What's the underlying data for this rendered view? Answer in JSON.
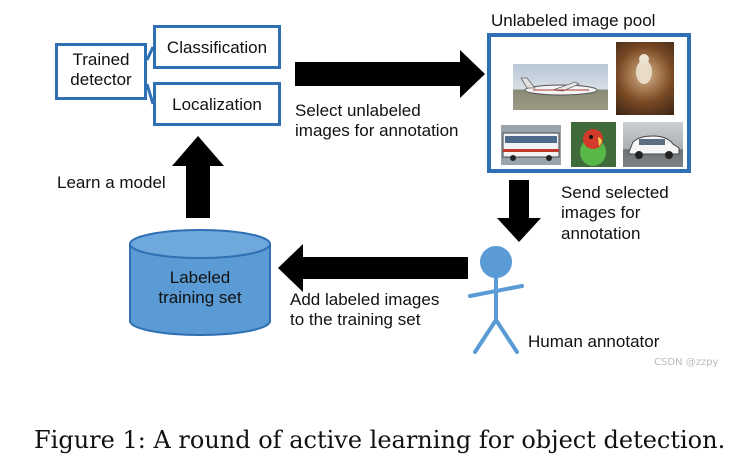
{
  "diagram": {
    "detector": {
      "label": "Trained\ndetector"
    },
    "classification": {
      "label": "Classification"
    },
    "localization": {
      "label": "Localization"
    },
    "pool": {
      "title": "Unlabeled image pool"
    },
    "select_text": "Select unlabeled\nimages for annotation",
    "send_text": "Send selected\nimages for\nannotation",
    "learn_text": "Learn a model",
    "add_text": "Add labeled images\nto the training set",
    "dataset": {
      "label": "Labeled\ntraining set"
    },
    "human": {
      "label": "Human annotator"
    },
    "colors": {
      "blue": "#2f6fb3",
      "cylinder_fill": "#5b9bd5",
      "arrow": "#000000"
    }
  },
  "caption": "Figure 1: A round of active learning for object detection.",
  "watermark": "CSDN @zzpy"
}
